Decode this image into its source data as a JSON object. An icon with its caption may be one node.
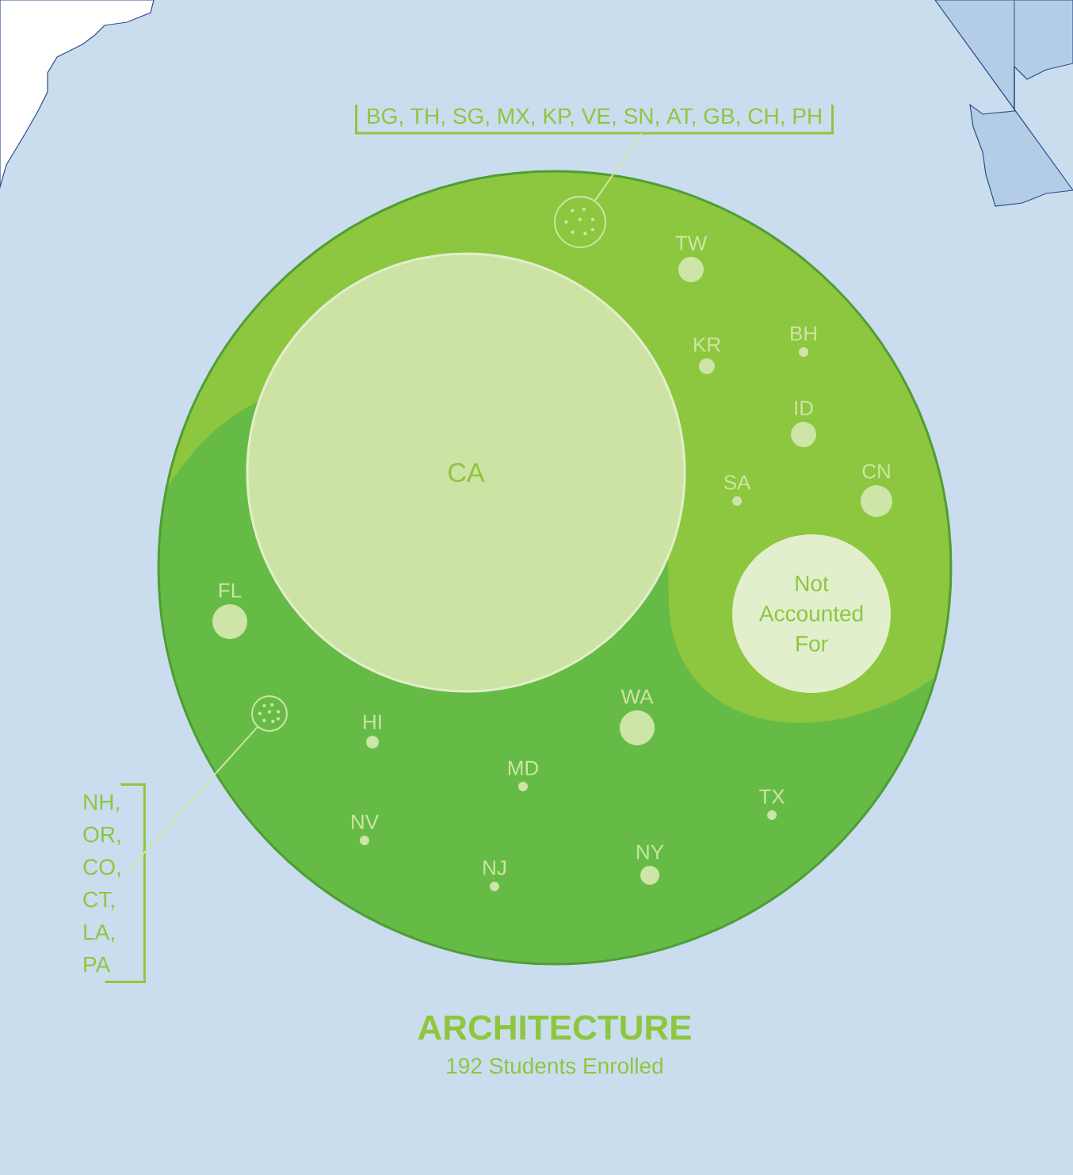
{
  "diagram": {
    "title": "ARCHITECTURE",
    "caption": "192 Students Enrolled",
    "nodes": [
      {
        "text": [],
        "shape": "circle"
      },
      {
        "text": [
          "BG, TH, SG, MX, KP, VE, SN, AT, GB, CH, PH"
        ]
      },
      {
        "text": [],
        "shape": "circle",
        "in": 0
      },
      {
        "text": [
          "TW"
        ],
        "in": 0
      },
      {
        "text": [
          "KR"
        ],
        "in": 0
      },
      {
        "text": [
          "BH"
        ],
        "in": 0
      },
      {
        "text": [
          "ID"
        ],
        "in": 0
      },
      {
        "text": [
          "CA"
        ],
        "in": 0
      },
      {
        "text": [
          "SA"
        ],
        "in": 0
      },
      {
        "text": [
          "CN"
        ],
        "in": 0
      },
      {
        "text": [
          "FL"
        ],
        "in": 0
      },
      {
        "text": [
          "Not Accounted For"
        ],
        "in": 0
      },
      {
        "text": [
          "WA"
        ],
        "in": 0
      },
      {
        "text": [],
        "shape": "circle",
        "in": 0
      },
      {
        "text": [
          "HI"
        ],
        "in": 0
      },
      {
        "text": [
          "MD"
        ],
        "in": 0
      },
      {
        "text": [
          "NH, OR, CO, CT, LA, PA"
        ]
      },
      {
        "text": [
          "TX"
        ],
        "in": 0
      },
      {
        "text": [
          "NV"
        ],
        "in": 0
      },
      {
        "text": [
          "NY"
        ],
        "in": 0
      },
      {
        "text": [
          "NJ"
        ],
        "in": 0
      }
    ],
    "edges": [
      {
        "from": 1,
        "to": 2,
        "arrow": "none"
      },
      {
        "from": 16,
        "to": 13,
        "arrow": "none"
      }
    ]
  }
}
